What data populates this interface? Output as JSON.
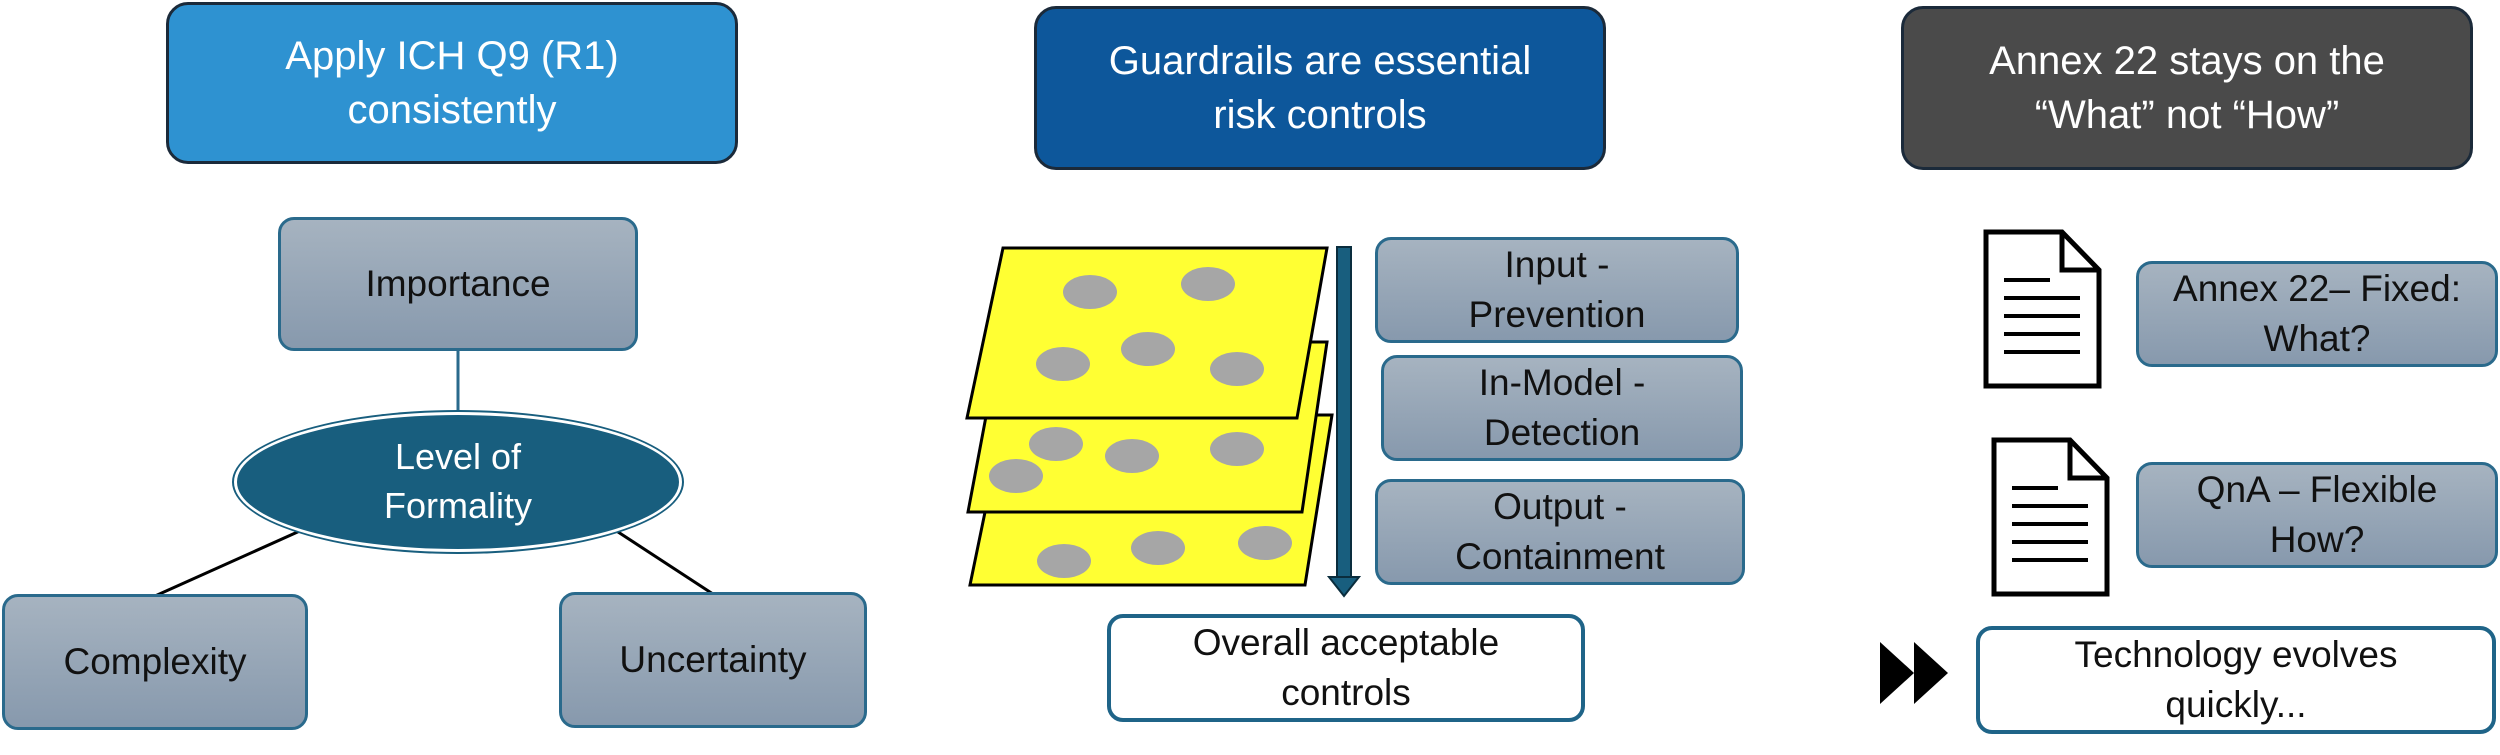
{
  "columns": [
    {
      "header": "Apply ICH Q9 (R1)\nconsistently",
      "top_box": "Importance",
      "center_ellipse": "Level of\nFormality",
      "bottom_left": "Complexity",
      "bottom_right": "Uncertainty",
      "color": "#2e92d1"
    },
    {
      "header": "Guardrails are essential\nrisk controls",
      "controls": [
        "Input -\nPrevention",
        "In-Model -\nDetection",
        "Output -\nContainment"
      ],
      "result": "Overall acceptable\ncontrols",
      "layer_color": "#ffff33",
      "hole_color": "#a6a6a6",
      "color": "#0d579b"
    },
    {
      "header": "Annex 22 stays on the\n“What” not “How”",
      "items": [
        "Annex 22– Fixed:\nWhat?",
        "QnA – Flexible\nHow?"
      ],
      "item_icons": [
        "document-icon",
        "document-icon"
      ],
      "note": "Technology evolves\nquickly...",
      "note_icon": "fast-forward-icon",
      "color": "#4a4a4a"
    }
  ],
  "colors": {
    "gray_box": "#98a6b5",
    "border_blue": "#1f6488",
    "ellipse": "#185e7e"
  }
}
